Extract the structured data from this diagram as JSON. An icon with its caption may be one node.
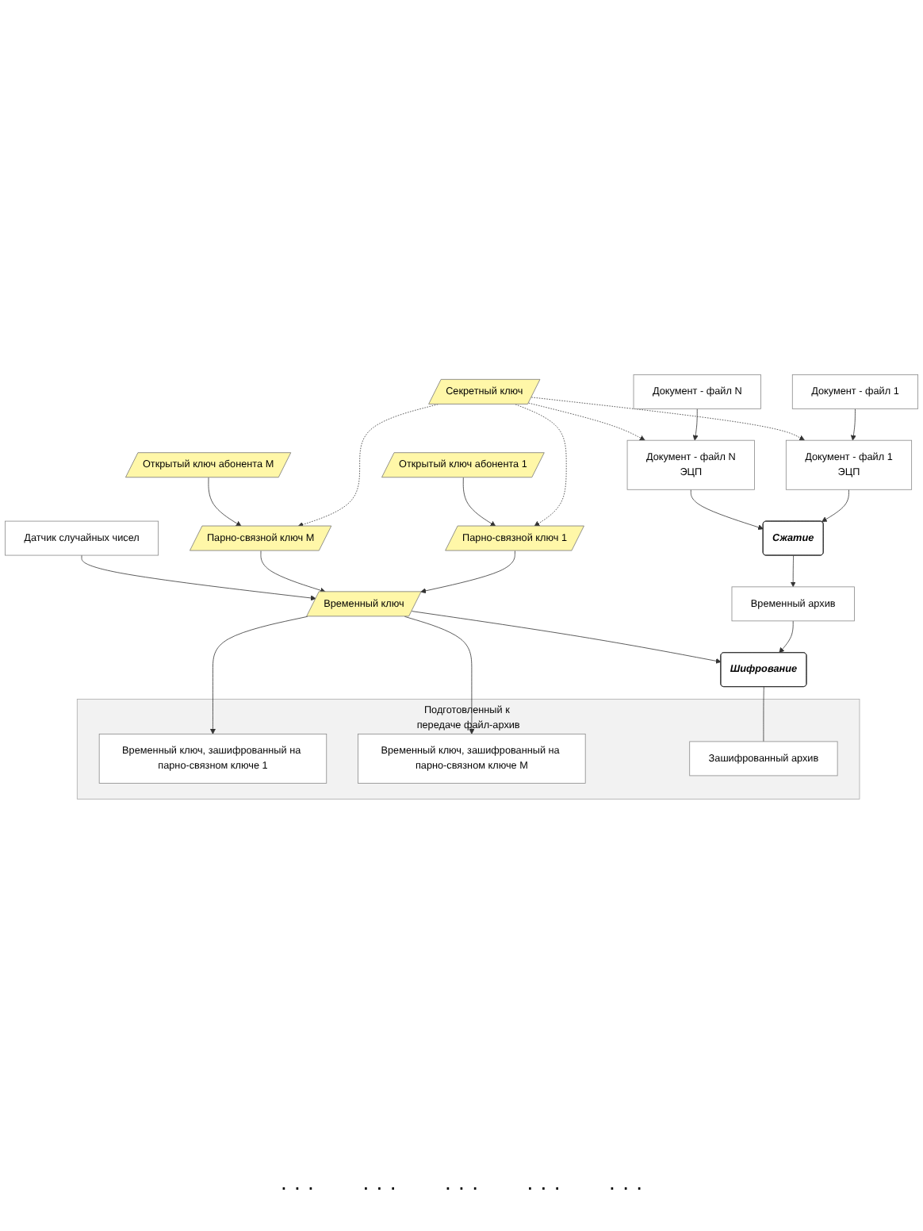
{
  "diagram": {
    "nodes": [
      {
        "text": [
          "Документ - файл 1"
        ]
      },
      {
        "text": [
          "Документ - файл N"
        ]
      },
      {
        "text": [
          "Секретный ключ"
        ]
      },
      {
        "text": [
          "Документ - файл 1",
          "ЭЦП"
        ]
      },
      {
        "text": [
          "Документ - файл N",
          "ЭЦП"
        ]
      },
      {
        "text": [
          "Парно-связной ключ 1"
        ]
      },
      {
        "text": [
          "Открытый ключ абонента 1"
        ]
      },
      {
        "text": [
          "Сжатие"
        ]
      },
      {
        "text": [
          "Парно-связной ключ M"
        ]
      },
      {
        "text": [
          "Открытый ключ абонента M"
        ]
      },
      {
        "text": [
          "Временный архив"
        ]
      },
      {
        "text": [
          "Шифрование"
        ]
      },
      {
        "text": [
          "Временный ключ"
        ]
      },
      {
        "text": [
          "Датчик случайных чисел"
        ]
      },
      {
        "text": [
          "Подготовленный к передаче файл-архив"
        ]
      },
      {
        "text": [
          "Временный ключ, зашифрованный на парно-связном ключе 1"
        ],
        "in": 14
      },
      {
        "text": [
          "Временный ключ, зашифрованный на парно-связном ключе M"
        ],
        "in": 14
      },
      {
        "text": [
          "Зашифрованный архив"
        ],
        "in": 14
      }
    ],
    "edges": [
      {
        "from": 0,
        "to": 3,
        "arrow": "to"
      },
      {
        "from": 1,
        "to": 4,
        "arrow": "to"
      },
      {
        "from": 2,
        "to": 3,
        "arrow": "to",
        "style": "dashed"
      },
      {
        "from": 2,
        "to": 4,
        "arrow": "to",
        "style": "dashed"
      },
      {
        "from": 2,
        "to": 5,
        "arrow": "to",
        "style": "dashed"
      },
      {
        "from": 2,
        "to": 8,
        "arrow": "to",
        "style": "dashed"
      },
      {
        "from": 6,
        "to": 5,
        "arrow": "to"
      },
      {
        "from": 9,
        "to": 8,
        "arrow": "to"
      },
      {
        "from": 3,
        "to": 7,
        "arrow": "to"
      },
      {
        "from": 4,
        "to": 7,
        "arrow": "to"
      },
      {
        "from": 7,
        "to": 10,
        "arrow": "to"
      },
      {
        "from": 10,
        "to": 11,
        "arrow": "to"
      },
      {
        "from": 5,
        "to": 12,
        "arrow": "to"
      },
      {
        "from": 8,
        "to": 12,
        "arrow": "to"
      },
      {
        "from": 13,
        "to": 12,
        "arrow": "to"
      },
      {
        "from": 12,
        "to": 11,
        "arrow": "to"
      },
      {
        "from": 11,
        "to": 17,
        "arrow": "none"
      },
      {
        "from": 12,
        "to": 15,
        "arrow": "to"
      },
      {
        "from": 12,
        "to": 16,
        "arrow": "to"
      }
    ],
    "labels": [
      "· · ·",
      "· · ·",
      "· · ·",
      "· · ·",
      "· · ·"
    ]
  }
}
